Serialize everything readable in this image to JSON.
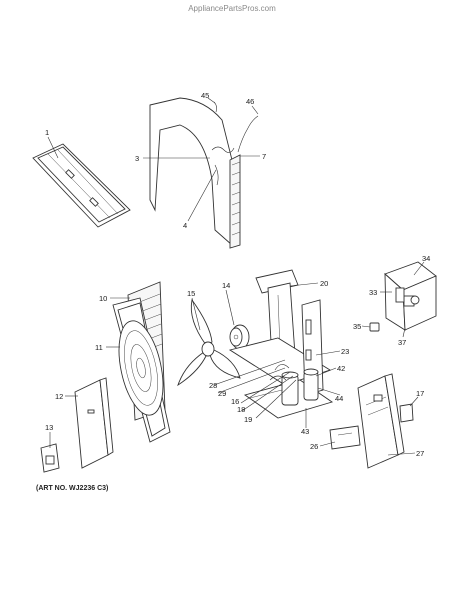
{
  "site_label": "AppliancePartsPros.com",
  "art_number": "(ART NO. WJ2236 C3)",
  "callouts": {
    "c1": "1",
    "c3": "3",
    "c4": "4",
    "c7": "7",
    "c45": "45",
    "c46": "46",
    "c10": "10",
    "c11": "11",
    "c12": "12",
    "c13": "13",
    "c14": "14",
    "c15": "15",
    "c16": "16",
    "c17": "17",
    "c18": "18",
    "c19": "19",
    "c20": "20",
    "c23": "23",
    "c26": "26",
    "c27": "27",
    "c28": "28",
    "c29": "29",
    "c33": "33",
    "c34": "34",
    "c35": "35",
    "c37": "37",
    "c42": "42",
    "c43": "43",
    "c44": "44"
  }
}
